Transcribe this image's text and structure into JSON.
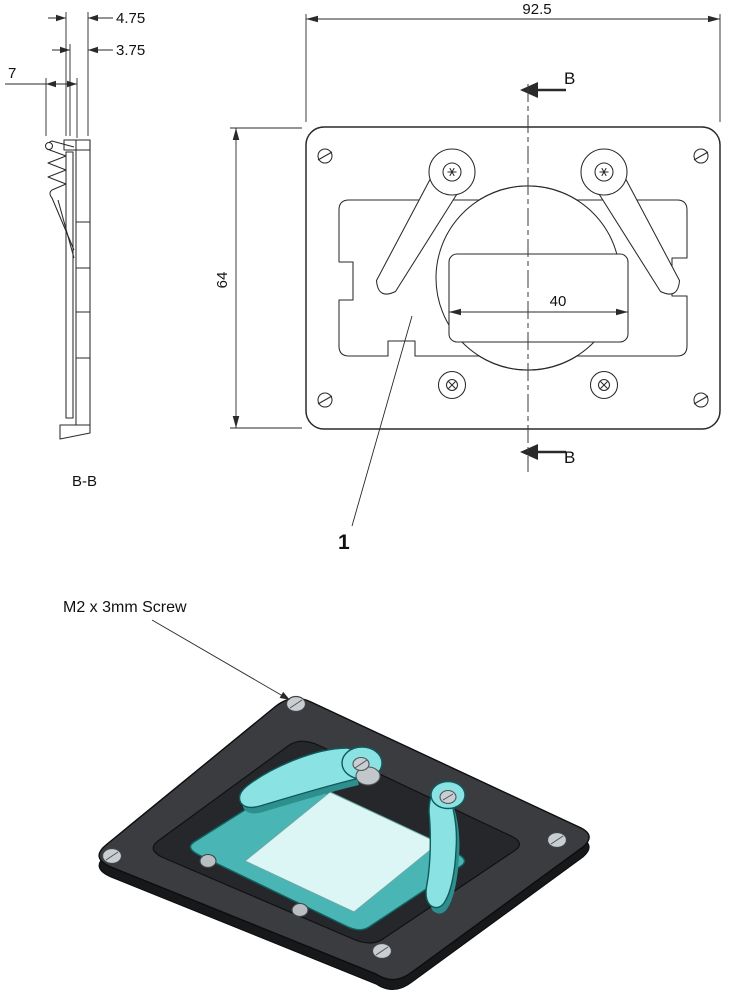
{
  "drawing": {
    "front_view": {
      "dim_width": "92.5",
      "dim_height": "64",
      "dim_die_width": "40",
      "section_marker_top": "B",
      "section_marker_bottom": "B",
      "item_number": "1"
    },
    "section_view": {
      "label": "B-B",
      "dim_total_thickness": "4.75",
      "dim_plate_thickness": "3.75",
      "dim_spring_offset": "7"
    },
    "iso_view": {
      "screw_annotation": "M2 x 3mm Screw"
    },
    "colors": {
      "line": "#2a2a2a",
      "plate_top": "#3b3c40",
      "plate_side": "#17181a",
      "recess": "#26272a",
      "socket_teal": "#49b5b5",
      "die_light": "#dcf5f5",
      "lever_cyan": "#8ae2e2",
      "lever_edge": "#0f5a5a",
      "screw_silver": "#c9ced2"
    }
  }
}
